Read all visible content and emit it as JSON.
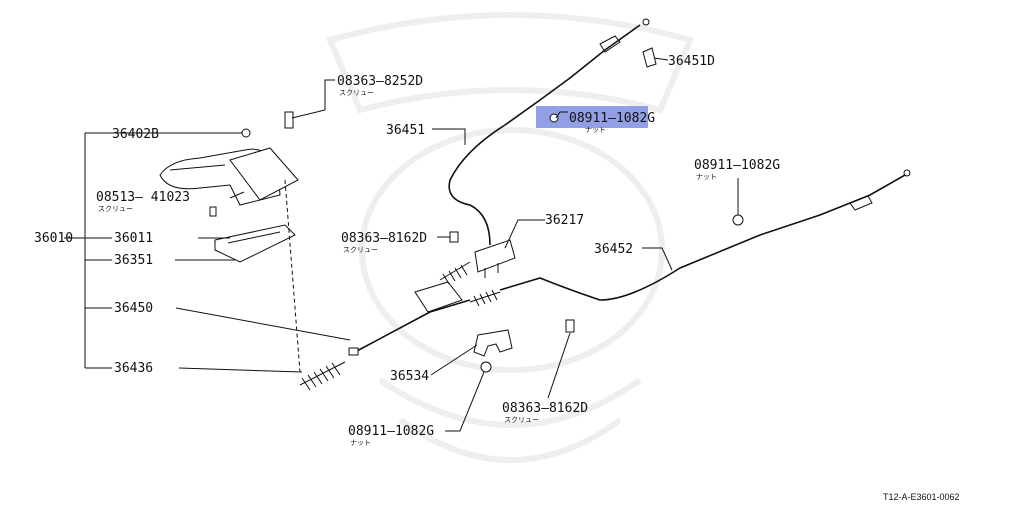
{
  "callouts": [
    {
      "key": "p36402B",
      "part": "36402B",
      "sub": ""
    },
    {
      "key": "p08363_8252D",
      "part": "08363–8252D",
      "sub": "スクリュー"
    },
    {
      "key": "p36451D",
      "part": "36451D",
      "sub": ""
    },
    {
      "key": "p08911_top",
      "part": "08911–1082G",
      "sub": "ナット"
    },
    {
      "key": "p36451",
      "part": "36451",
      "sub": ""
    },
    {
      "key": "p08513",
      "part": "08513– 41023",
      "sub": "スクリュー"
    },
    {
      "key": "p36010",
      "part": "36010",
      "sub": ""
    },
    {
      "key": "p36011",
      "part": "36011",
      "sub": ""
    },
    {
      "key": "p36351",
      "part": "36351",
      "sub": ""
    },
    {
      "key": "p08363_8162D_mid",
      "part": "08363–8162D",
      "sub": "スクリュー"
    },
    {
      "key": "p36217",
      "part": "36217",
      "sub": ""
    },
    {
      "key": "p08911_right",
      "part": "08911–1082G",
      "sub": "ナット"
    },
    {
      "key": "p36452",
      "part": "36452",
      "sub": ""
    },
    {
      "key": "p36450",
      "part": "36450",
      "sub": ""
    },
    {
      "key": "p36436",
      "part": "36436",
      "sub": ""
    },
    {
      "key": "p36534",
      "part": "36534",
      "sub": ""
    },
    {
      "key": "p08911_bottom",
      "part": "08911–1082G",
      "sub": "ナット"
    },
    {
      "key": "p08363_8162D_bot",
      "part": "08363–8162D",
      "sub": "スクリュー"
    }
  ],
  "highlight_color": "#7f8ee0",
  "diagram_code": "T12-A-E3601-0062"
}
